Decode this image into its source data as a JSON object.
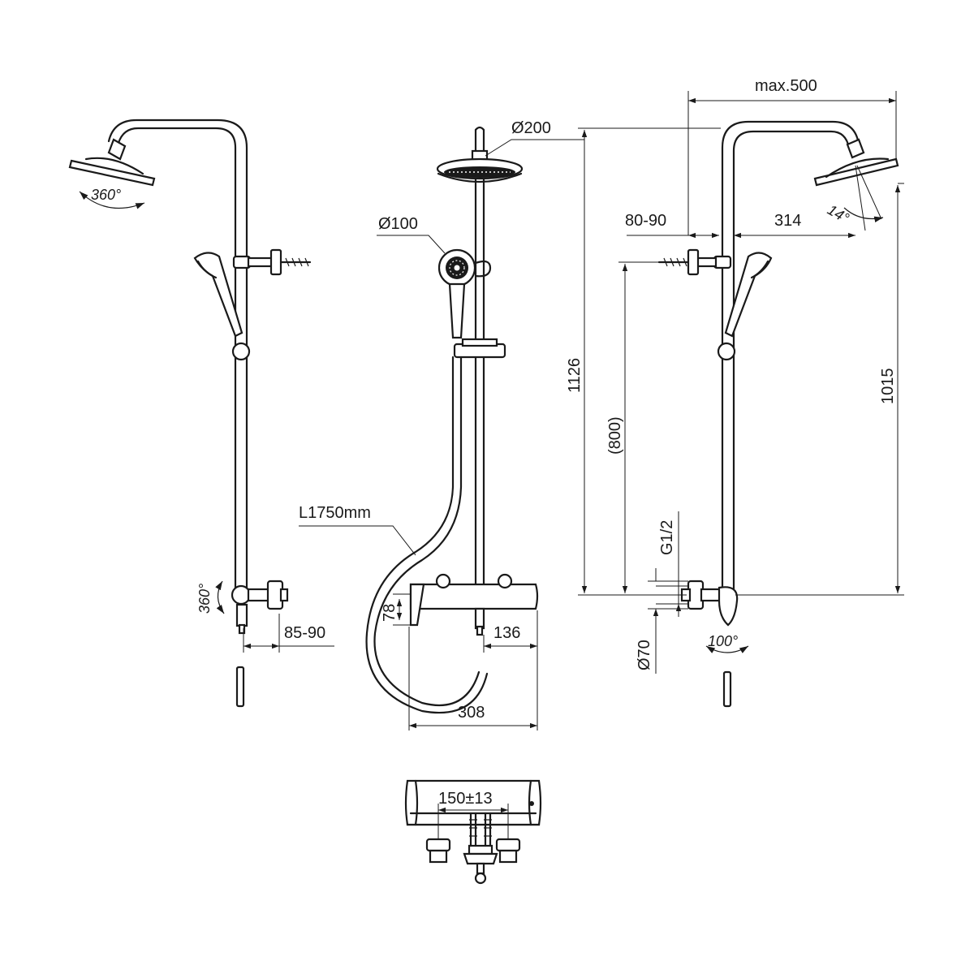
{
  "dimensions": {
    "max_width": "max.500",
    "total_height": "1126",
    "inlet_to_head": "1015",
    "bracket_height": "(800)",
    "wall_offset_right": "80-90",
    "head_reach": "314",
    "head_tilt": "14°",
    "inlet_thread": "G1/2",
    "escutcheon_diameter": "Ø70",
    "valve_rotation": "100°",
    "head_diameter": "Ø200",
    "handshower_diameter": "Ø100",
    "hose_length": "L1750mm",
    "mixer_height": "78",
    "mixer_outlet_offset": "136",
    "mixer_width": "308",
    "head_swivel": "360°",
    "diverter_swivel": "360°",
    "wall_offset_left": "85-90",
    "inlet_centers": "150±13"
  },
  "colors": {
    "line": "#1a1a1a",
    "background": "#ffffff"
  }
}
